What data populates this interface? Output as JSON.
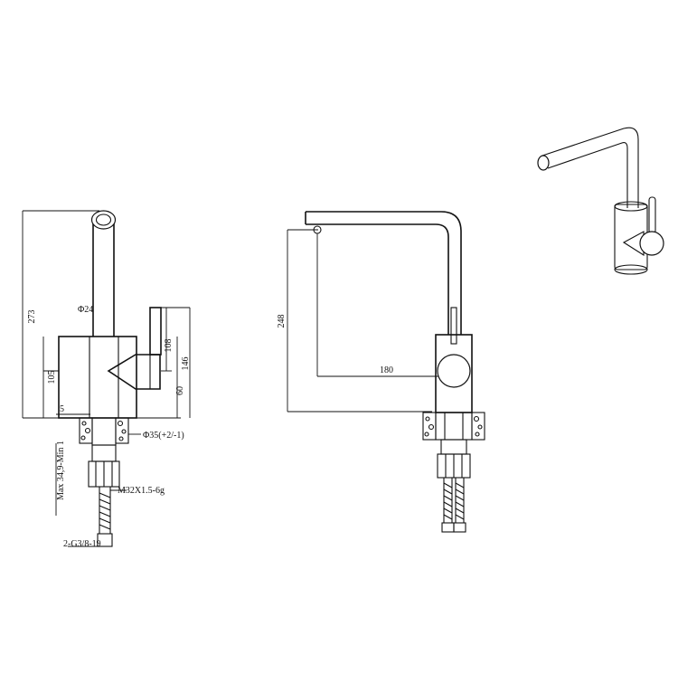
{
  "views": {
    "side": {
      "dims": {
        "total_height": "273",
        "spout_diameter": "Φ24",
        "body_height": "105",
        "handle_108": "108",
        "handle_146": "146",
        "handle_60": "60",
        "base_5": "5",
        "hole_diameter": "Φ35(+2/-1)",
        "max_thickness": "Max 34,9-Min 1",
        "thread": "M32X1.5-6g",
        "hose": "2-G3/8-19"
      }
    },
    "front": {
      "dims": {
        "height": "248",
        "reach": "180"
      }
    }
  }
}
